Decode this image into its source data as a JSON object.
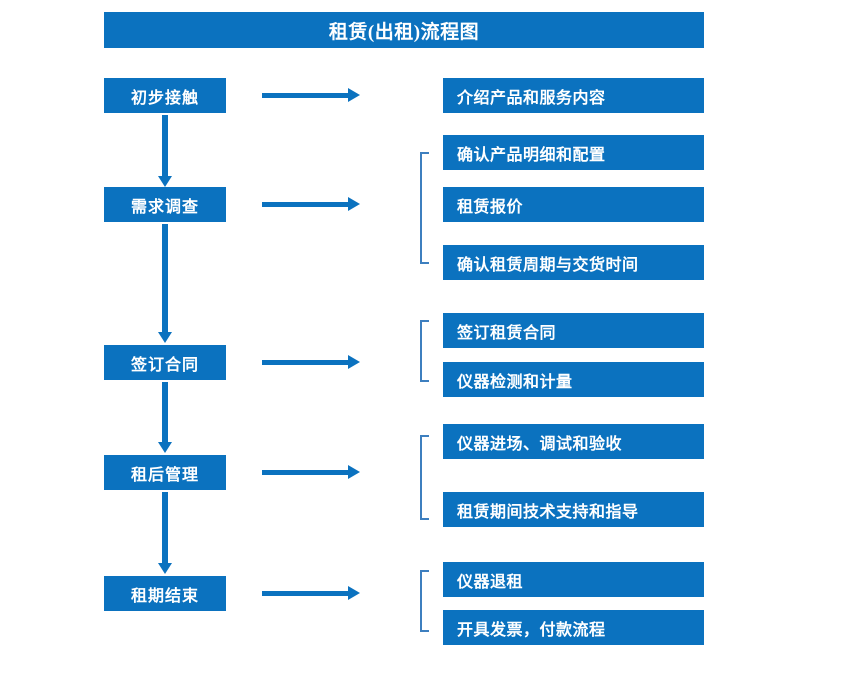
{
  "title": "租赁(出租)流程图",
  "colors": {
    "box_fill": "#0b72bf",
    "box_text": "#ffffff",
    "arrow": "#0b72bf",
    "bracket": "#3d7fbf",
    "background": "#ffffff"
  },
  "stages": [
    {
      "id": "stage-1",
      "label": "初步接触",
      "details": [
        "介绍产品和服务内容"
      ],
      "bracketed": false
    },
    {
      "id": "stage-2",
      "label": "需求调查",
      "details": [
        "确认产品明细和配置",
        "租赁报价",
        "确认租赁周期与交货时间"
      ],
      "bracketed": true
    },
    {
      "id": "stage-3",
      "label": "签订合同",
      "details": [
        "签订租赁合同",
        "仪器检测和计量"
      ],
      "bracketed": true
    },
    {
      "id": "stage-4",
      "label": "租后管理",
      "details": [
        "仪器进场、调试和验收",
        "租赁期间技术支持和指导"
      ],
      "bracketed": true
    },
    {
      "id": "stage-5",
      "label": "租期结束",
      "details": [
        "仪器退租",
        "开具发票，付款流程"
      ],
      "bracketed": true
    }
  ],
  "details_flat": [
    "介绍产品和服务内容",
    "确认产品明细和配置",
    "租赁报价",
    "确认租赁周期与交货时间",
    "签订租赁合同",
    "仪器检测和计量",
    "仪器进场、调试和验收",
    "租赁期间技术支持和指导",
    "仪器退租",
    "开具发票，付款流程"
  ],
  "connectors": {
    "horizontal_arrow_count": 5,
    "vertical_arrow_count": 4,
    "bracket_count": 4
  }
}
